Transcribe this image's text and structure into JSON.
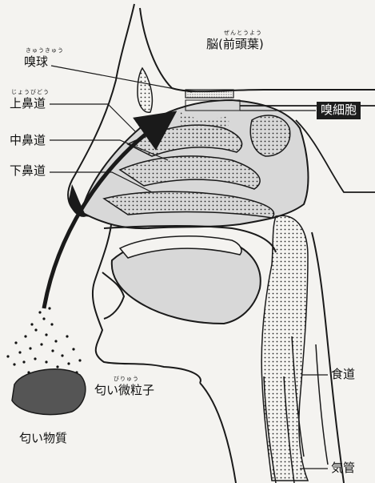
{
  "labels": {
    "olfactory_bulb": "嗅球",
    "olfactory_bulb_ruby": "きゅうきゅう",
    "brain": "脳(前頭葉)",
    "brain_ruby": "ぜんとうよう",
    "superior_meatus": "上鼻道",
    "superior_meatus_ruby": "じょうびどう",
    "middle_meatus": "中鼻道",
    "inferior_meatus": "下鼻道",
    "olfactory_cell": "嗅細胞",
    "esophagus": "食道",
    "odor_particles": "匂い微粒子",
    "odor_particles_ruby": "びりゅう",
    "odor_substance": "匂い物質",
    "trachea": "気管"
  },
  "colors": {
    "background": "#f4f3f0",
    "line": "#1a1a1a",
    "cavity_fill": "#d8d8d8",
    "substance_fill": "#555555",
    "label_box": "#1c1c1c"
  }
}
